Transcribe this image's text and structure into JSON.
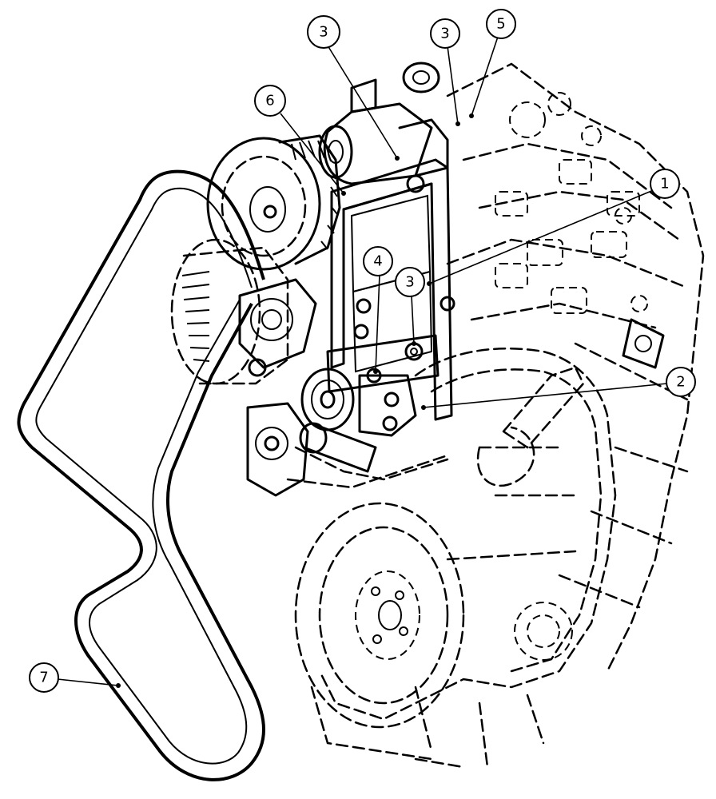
{
  "callouts": [
    {
      "label": "3",
      "part": "bolt-washer-upper-left"
    },
    {
      "label": "3",
      "part": "bolt-washer-upper-right"
    },
    {
      "label": "5",
      "part": "nut"
    },
    {
      "label": "6",
      "part": "tensioner-bracket-pulley"
    },
    {
      "label": "1",
      "part": "cylinder-head-mount"
    },
    {
      "label": "4",
      "part": "stud"
    },
    {
      "label": "3",
      "part": "bolt-washer-middle"
    },
    {
      "label": "2",
      "part": "tensioner-assembly"
    },
    {
      "label": "7",
      "part": "drive-belt"
    }
  ]
}
